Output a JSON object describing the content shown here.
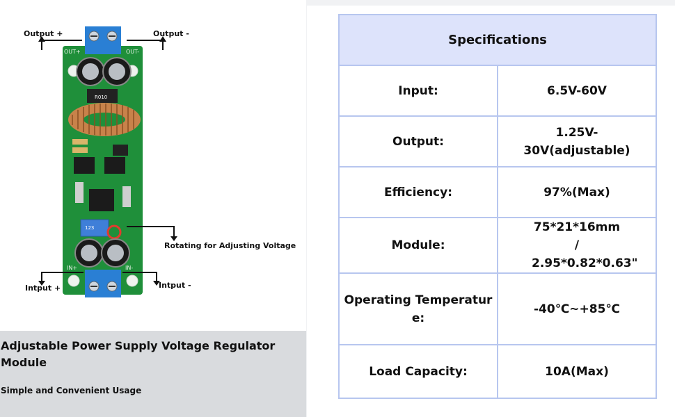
{
  "callouts": {
    "output_plus": "Output +",
    "output_minus": "Output -",
    "rotating": "Rotating for Adjusting Voltage",
    "input_plus": "Intput +",
    "input_minus": "Intput -"
  },
  "board_labels": {
    "out_plus": "OUT+",
    "out_minus": "OUT-",
    "in_plus": "IN+",
    "in_minus": "IN-",
    "inductor_code": "R010",
    "pot_code": "123"
  },
  "product": {
    "title": "Adjustable Power Supply Voltage Regulator Module",
    "subtitle": "Simple and Convenient Usage"
  },
  "specs": {
    "header": "Specifications",
    "rows": [
      {
        "label": "Input:",
        "value": "6.5V-60V"
      },
      {
        "label": "Output:",
        "value": "1.25V-30V(adjustable)"
      },
      {
        "label": "Efficiency:",
        "value": "97%(Max)"
      },
      {
        "label": "Module:",
        "value": "75*21*16mm / 2.95*0.82*0.63\""
      },
      {
        "label": "Operating Temperature:",
        "value": "-40℃~+85℃"
      },
      {
        "label": "Load Capacity:",
        "value": "10A(Max)"
      }
    ]
  },
  "colors": {
    "pcb_green": "#1f8f3a",
    "terminal_blue": "#2a7fd4",
    "header_bg": "#dde3fb",
    "table_border": "#b7c6ef",
    "bottom_band": "#d9dbde"
  }
}
